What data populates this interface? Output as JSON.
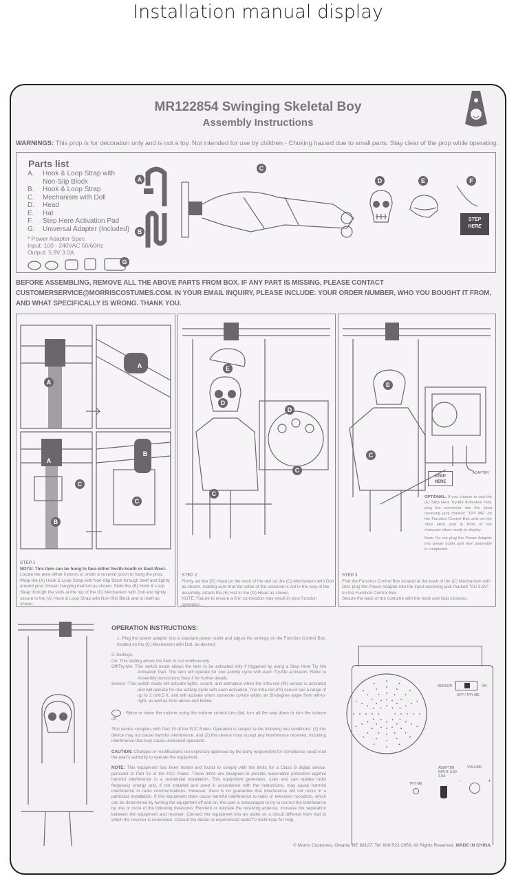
{
  "page_title": "Installation manual display",
  "manual": {
    "title": "MR122854 Swinging Skeletal Boy",
    "subtitle": "Assembly Instructions",
    "warning_label": "WARNINGS:",
    "warning_text": " This prop is for decoration only and is not a toy. Not intended for use by children - Choking hazard due to small parts. Stay clear of the prop while operating.",
    "logo": "morris-costumes-clown-logo"
  },
  "parts": {
    "title": "Parts list",
    "items": [
      {
        "letter": "A.",
        "name": "Hook & Loop Strap with",
        "name2": "Non-Slip Block"
      },
      {
        "letter": "B.",
        "name": "Hook & Loop Strap"
      },
      {
        "letter": "C.",
        "name": "Mechanism with Doll"
      },
      {
        "letter": "D.",
        "name": "Head"
      },
      {
        "letter": "E.",
        "name": "Hat"
      },
      {
        "letter": "F.",
        "name": "Step Here Activation Pad"
      },
      {
        "letter": "G.",
        "name": "Universal Adapter (Included)"
      }
    ],
    "spec": [
      "* Power Adapter Spec",
      "Input: 100 - 240VAC 50/60Hz",
      "Output: 5.9V 3.0A"
    ],
    "labels": {
      "a": "A",
      "b": "B",
      "c": "C",
      "d": "D",
      "e": "E",
      "f": "F",
      "g": "G"
    },
    "pad_text": [
      "STEP",
      "HERE"
    ]
  },
  "before_assembling": "BEFORE ASSEMBLING, REMOVE ALL THE ABOVE PARTS FROM BOX.  IF ANY PART IS MISSING, PLEASE CONTACT CUSTOMERSERVICE@MORRISCOSTUMES.COM. IN YOUR EMAIL INQUIRY, PLEASE INCLUDE: YOUR ORDER NUMBER, WHO YOU BOUGHT IT FROM, AND WHAT SPECIFICALLY IS WRONG.  THANK YOU.",
  "steps": [
    {
      "title": "STEP 1",
      "note": "NOTE: This item can be hung to face either North-South or East-West.",
      "text": "Locate the area either indoors or under a covered porch to hang the prop. Wrap the (A) Hook & Loop Strap with Non-Slip Block through itself and tightly around your chosen hanging method as shown. Slide the (B) Hook & Loop Strap through the slots at the top of the (C) Mechanism with Doll and tightly secure to the (A) Hook & Loop Strap with Non-Slip Block and to itself as shown."
    },
    {
      "title": "STEP 2",
      "text": "Firmly set the (D) Head on the neck of the doll on the (C) Mechanism with Doll as shown, making sure that the collar of the costume is not in the way of the assembly. Attach the (E) Hat to the (D) Head as shown.",
      "note": "NOTE: Failure to ensure a firm connection may result in poor function operation."
    },
    {
      "title": "STEP 3",
      "text": "Find the Function Control Box located at the back of the (C) Mechanism with Doll, plug the Power Adapter into the input receiving jack marked \"DC 5.9V\" on the Function Control Box.",
      "note": "Secure the back of the costume with the hook and loop closures."
    }
  ],
  "step3_extra": {
    "pad": [
      "STEP",
      "HERE"
    ],
    "adapter_label": "ADAPTER",
    "optional_label": "OPTIONAL:",
    "optional_text": " If you choose to use the (E) Step Here Try-Me Activation Pad, plug the connector into the input receiving jack marked \"TRY ME\" on the Function Control Box and set the Step Here pad in front of the character when ready to display.",
    "note": "Note: Do not plug the Power Adapter into power outlet until item assembly is completed."
  },
  "operation": {
    "title": "OPERATION INSTRUCTIONS:",
    "item1": "1.  Plug the power adapter into a standard power outlet and adjust the settings on the Function Control Box, located on the (C) Mechanism with Doll, as desired.",
    "settings_title": "2. Settings:",
    "on": "On: This setting allows the item to run continuously.",
    "offtry": "Off/Try-Me: This switch mode allows the item to be activated only if triggered by using a Step Here Try Me Activation Pad. The item will operate for one activity cycle with each Try-Me activation. Refer to Assembly Instructions Step 3 for further details.",
    "sensor": "Sensor: This switch mode will activate lights, sound, and animation when the Infra-red (IR) sensor is activated and will operate for one activity cycle with each activation. The Infra-red (IR) sensor has a range of up to 2 m/6.5 ft. and will activate when someone comes within an 80-degree angle from left-to-right, as well as from above and below.",
    "volume": ": Raise or lower the volume using the volume control turn dial, turn all the way down to turn the volume off.",
    "fcc": "This device complies with Part 15 of the FCC Rules. Operation is subject to the following two conditions: (1) this device may not cause harmful interference, and (2) this device must accept any interference received, including interference that may cause undesired operation.",
    "caution_label": "CAUTION:",
    "caution": " Changes or modifications not expressly approved by the party responsible for compliance could void the user's authority to operate the equipment.",
    "note_label": "NOTE:",
    "note": " This equipment has been tested and found to comply with the limits for a Class B digital device, pursuant to Part 15 of the FCC Rules. These limits are designed to provide reasonable protection against harmful interference in a residential installation. This equipment generates, uses and can radiate radio frequency energy and, if not installed and used in accordance with the instructions, may cause harmful interference to radio communications. However, there is no guarantee that interference will not occur in a particular installation. If this equipment does cause harmful interference to radio or television reception, which can be determined by turning the equipment off and on, the user is encouraged to try to correct the interference by one or more of the following measures: Reorient or relocate the receiving antenna. Increase the separation between the equipment and receiver. Connect the equipment into an outlet on a circuit different from that to which the receiver is connected. Consult the dealer or experienced radio/TV technician for help."
  },
  "control_box": {
    "sensor": "SENSOR",
    "on": "ON",
    "off_try": "OFF / TRY ME",
    "adapter": [
      "ADAPTER",
      "INPUT: 5.9V",
      "3.0A"
    ],
    "volume": "VOLUME",
    "minus": "-",
    "plus": "+",
    "try_me": "TRY ME"
  },
  "footer": {
    "text": "© Morris Costumes, Omaha, NE 68127. Tel: 800-522-2956. All Rights Reserved. ",
    "made": "MADE IN CHINA."
  }
}
